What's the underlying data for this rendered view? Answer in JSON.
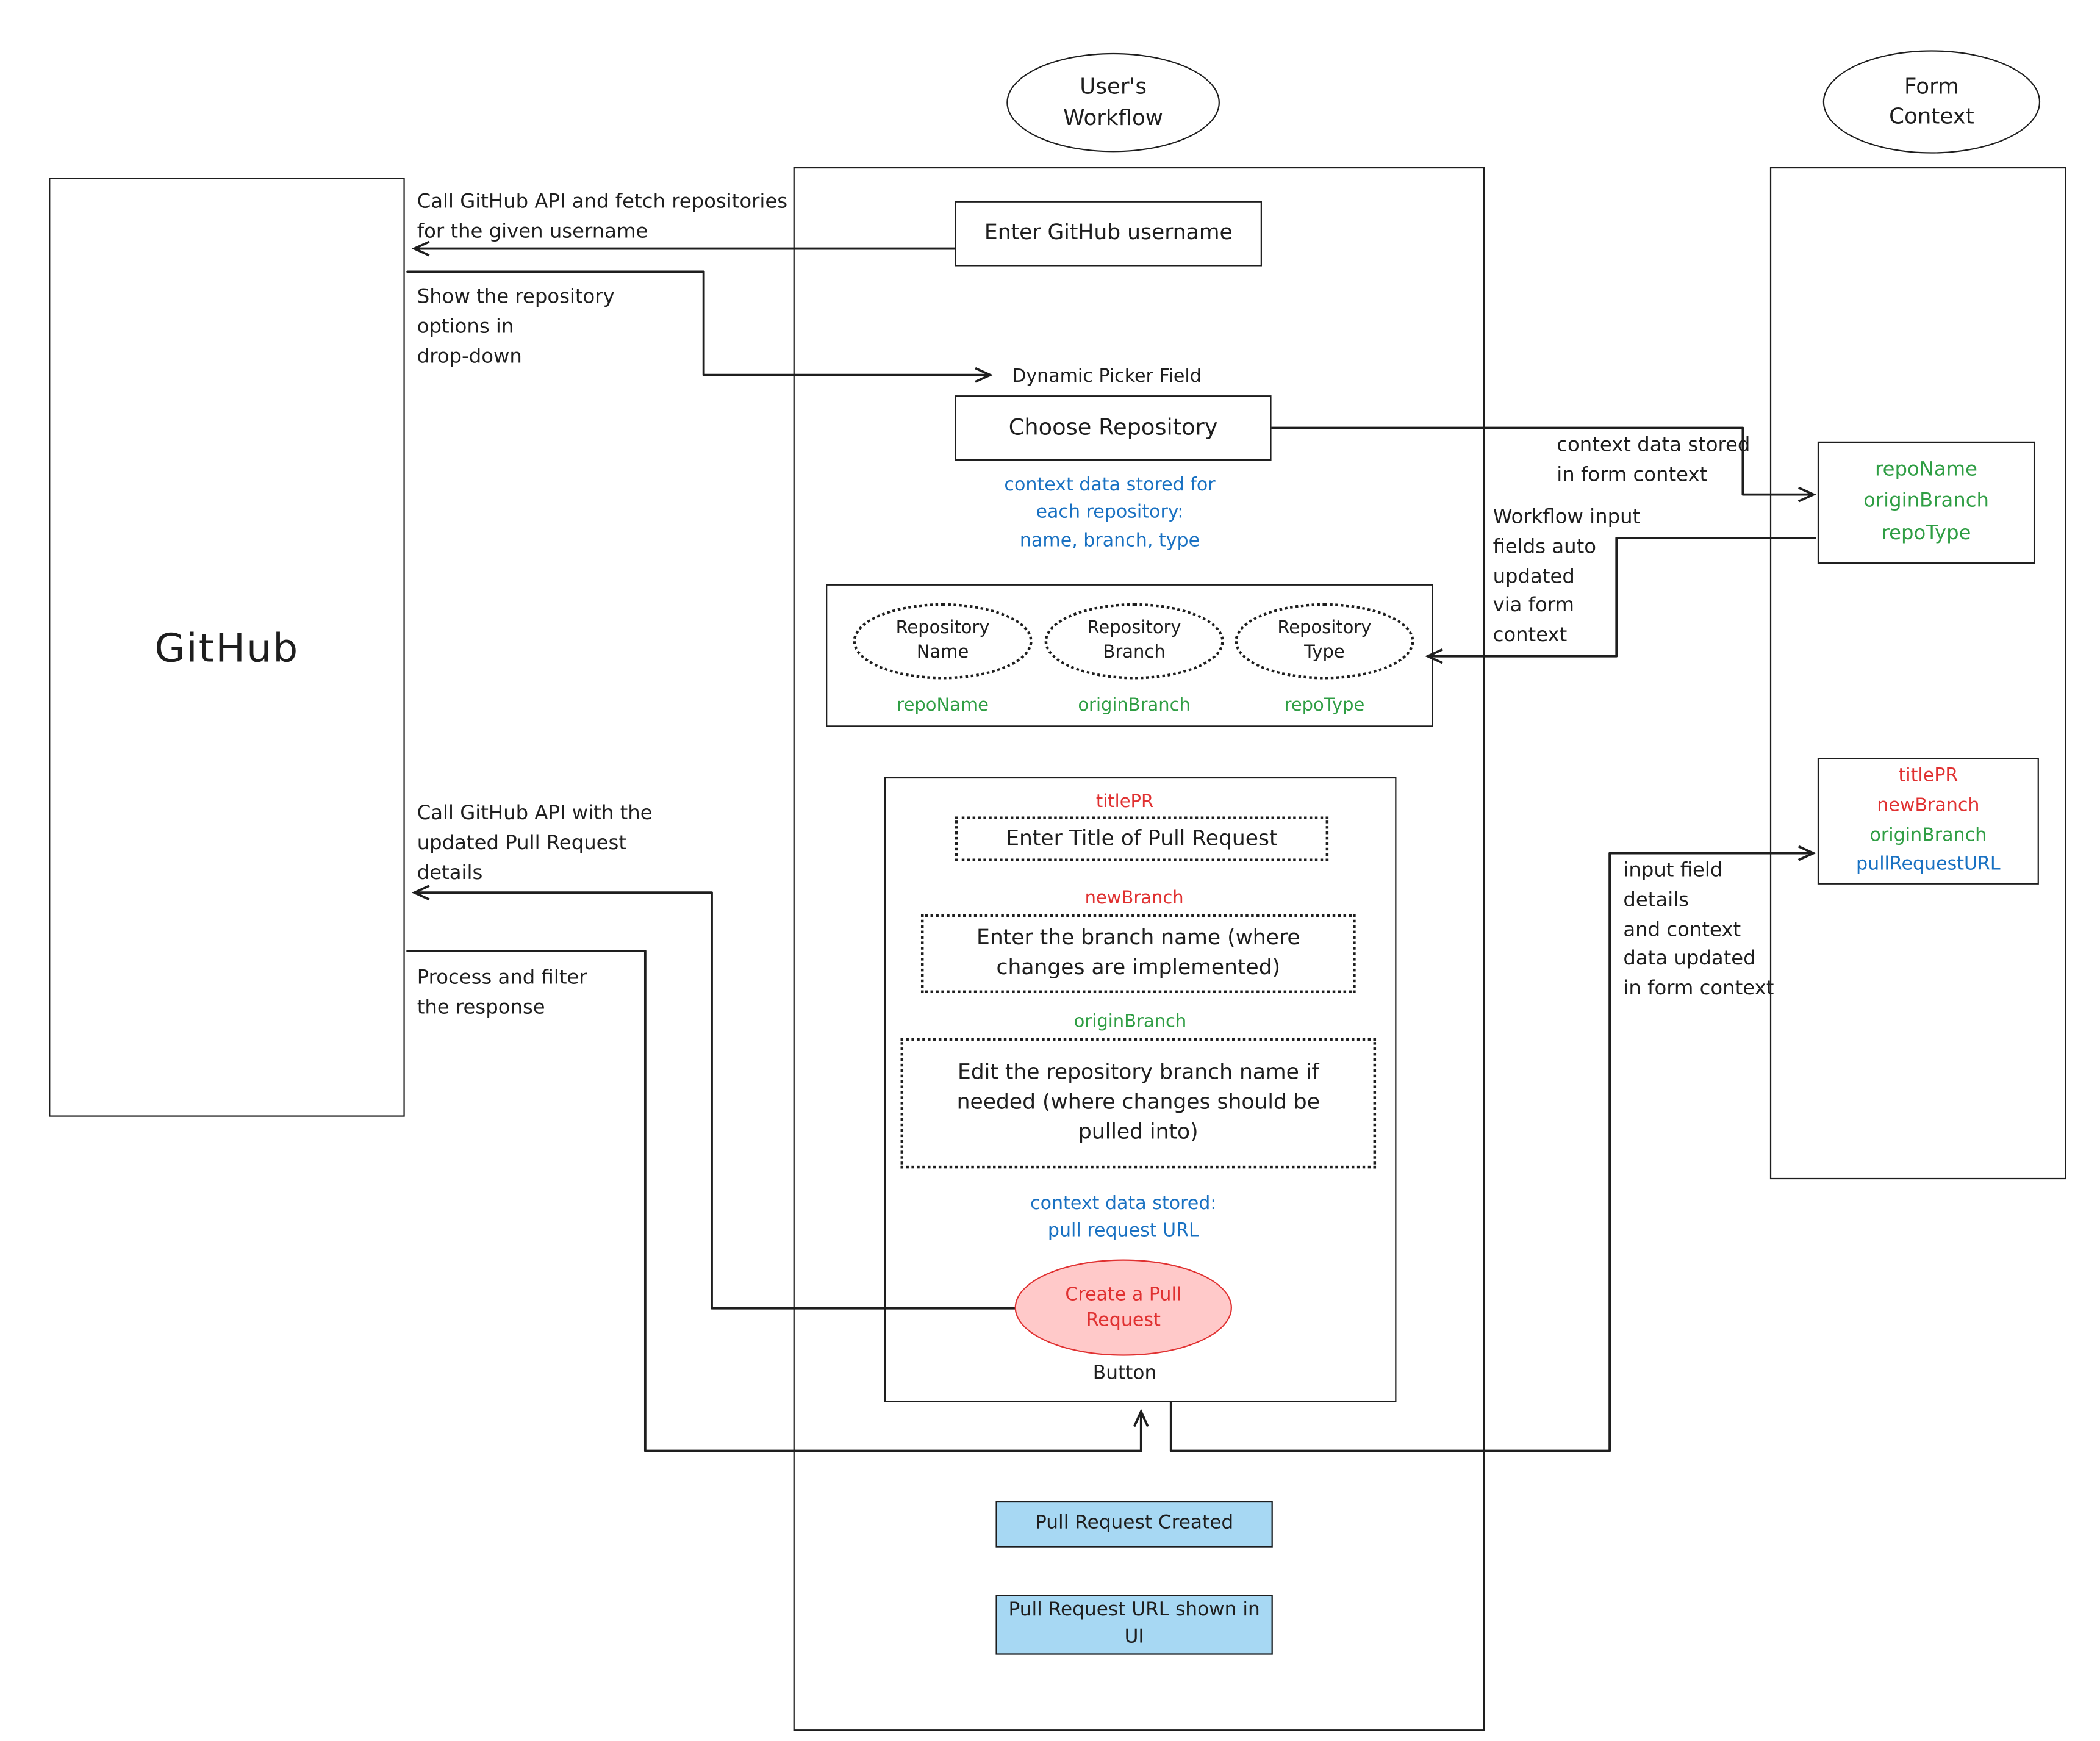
{
  "colors": {
    "stroke": "#1e1e1e",
    "red": "#e03131",
    "green": "#2f9e44",
    "blue": "#1971c2",
    "pink_fill": "#ffc9c9",
    "lightblue_fill": "#a7d8f3"
  },
  "headers": {
    "users_workflow": "User's\nWorkflow",
    "form_context": "Form\nContext"
  },
  "github": {
    "label": "GitHub"
  },
  "workflow": {
    "enter_username": "Enter GitHub username",
    "dynamic_picker": "Dynamic Picker Field",
    "choose_repository": "Choose Repository",
    "repo_context_note": "context data stored for\neach repository:\nname, branch, type",
    "repo_fields": [
      {
        "label": "Repository\nName",
        "key": "repoName"
      },
      {
        "label": "Repository\nBranch",
        "key": "originBranch"
      },
      {
        "label": "Repository\nType",
        "key": "repoType"
      }
    ],
    "pr_form": {
      "title_key": "titlePR",
      "title_field": "Enter Title of Pull Request",
      "new_branch_key": "newBranch",
      "new_branch_field": "Enter the branch name (where\nchanges are implemented)",
      "origin_branch_key": "originBranch",
      "origin_branch_field": "Edit the repository branch name if\nneeded (where changes should be\npulled into)",
      "context_note": "context data stored:\npull request URL",
      "create_button": "Create a Pull\nRequest",
      "button_caption": "Button"
    },
    "pr_created": "Pull Request Created",
    "pr_url_shown": "Pull Request URL shown in\nUI"
  },
  "form_context_panel": {
    "repo_box": [
      "repoName",
      "originBranch",
      "repoType"
    ],
    "pr_box": [
      "titlePR",
      "newBranch",
      "originBranch",
      "pullRequestURL"
    ]
  },
  "annotations": {
    "fetch_repos": "Call GitHub API and fetch repositories\nfor the given username",
    "show_options": "Show the repository\noptions in\ndrop-down",
    "context_stored": "context data stored\nin form context",
    "workflow_inputs": "Workflow input\nfields auto\nupdated\nvia form\ncontext",
    "call_api_pr": "Call GitHub API with the\nupdated Pull Request\ndetails",
    "process_filter": "Process and filter\nthe response",
    "input_details": "input field\ndetails\nand context\ndata updated\nin form context"
  }
}
